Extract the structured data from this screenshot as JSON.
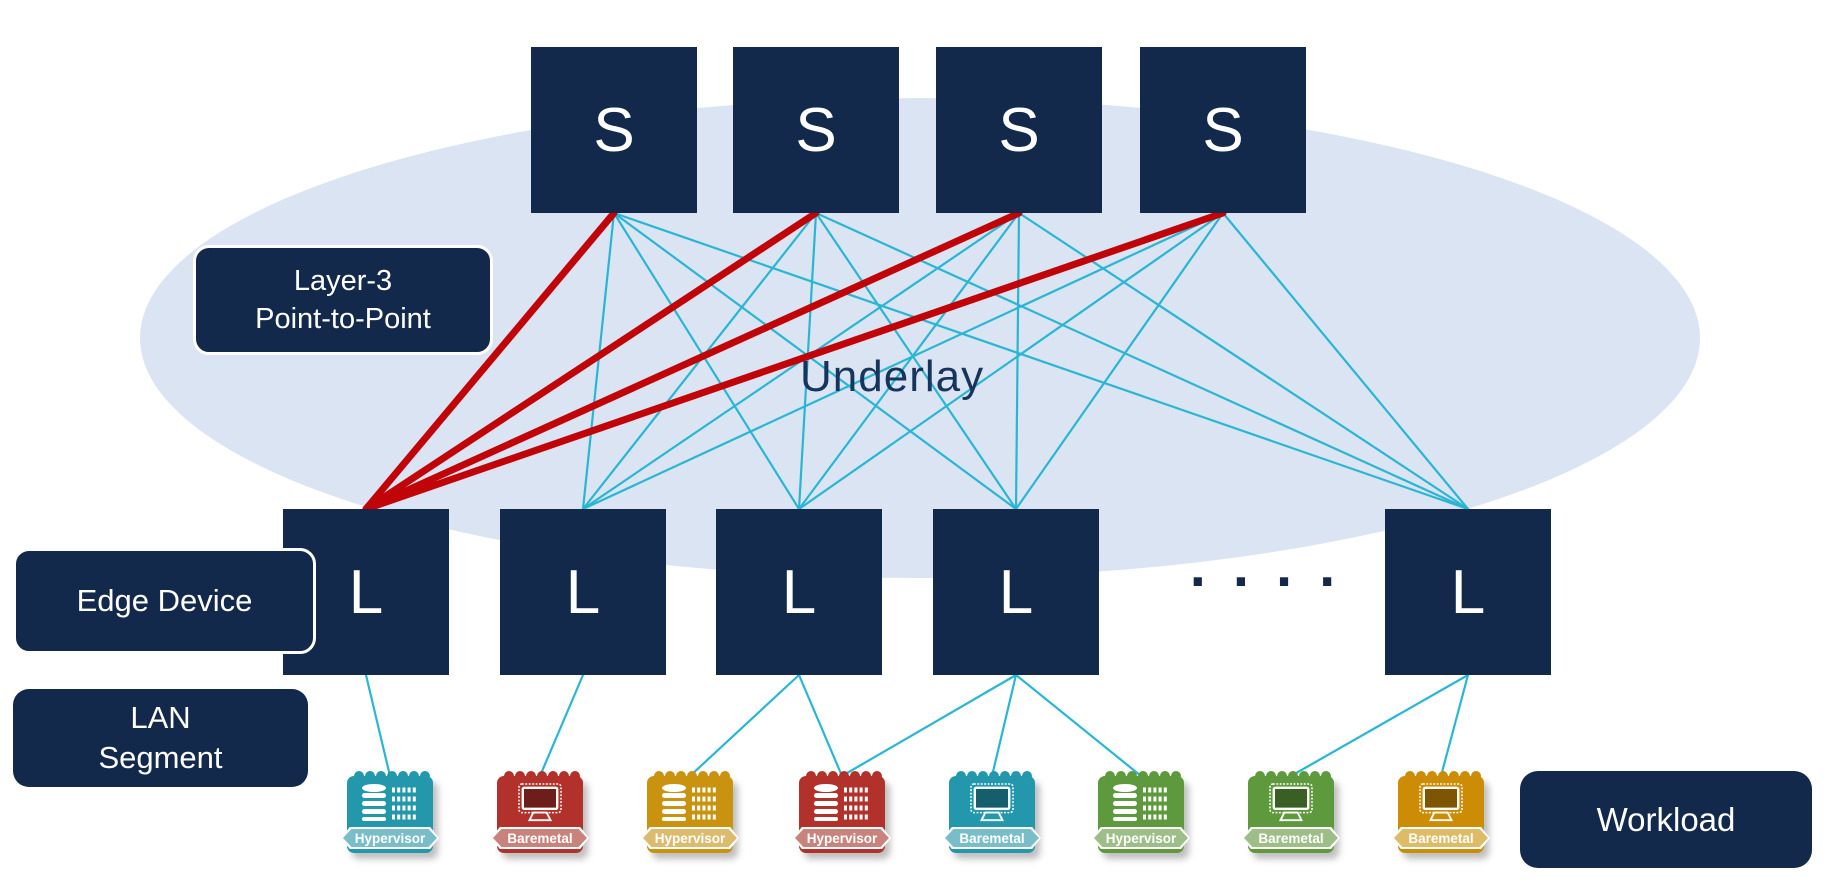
{
  "palette": {
    "navy": "#13294b",
    "cyan_link": "#29b6d4",
    "red_link": "#c00408",
    "ellipse_fill": "#dbe4f2",
    "underlay_text": "#17345c",
    "teal": "#2398ad",
    "red": "#b2312a",
    "gold": "#c9920f",
    "green": "#5e9a3d",
    "orange": "#cc8c05"
  },
  "underlay": {
    "label": "Underlay"
  },
  "callouts": {
    "layer3": {
      "line1": "Layer-3",
      "line2": "Point-to-Point"
    },
    "edge_device": {
      "label": "Edge Device"
    },
    "lan_segment": {
      "line1": "LAN",
      "line2": "Segment"
    },
    "workload": {
      "label": "Workload"
    }
  },
  "spines": [
    {
      "label": "S"
    },
    {
      "label": "S"
    },
    {
      "label": "S"
    },
    {
      "label": "S"
    }
  ],
  "leaves": [
    {
      "label": "L"
    },
    {
      "label": "L"
    },
    {
      "label": "L"
    },
    {
      "label": "L"
    },
    {
      "label": "L"
    }
  ],
  "leaf_ellipsis": "....",
  "workloads": [
    {
      "label": "Hypervisor",
      "kind": "server",
      "color": "teal"
    },
    {
      "label": "Baremetal",
      "kind": "monitor",
      "color": "red"
    },
    {
      "label": "Hypervisor",
      "kind": "server",
      "color": "gold"
    },
    {
      "label": "Hypervisor",
      "kind": "server",
      "color": "red"
    },
    {
      "label": "Baremetal",
      "kind": "monitor",
      "color": "teal"
    },
    {
      "label": "Hypervisor",
      "kind": "server",
      "color": "green"
    },
    {
      "label": "Baremetal",
      "kind": "monitor",
      "color": "green"
    },
    {
      "label": "Baremetal",
      "kind": "monitor",
      "color": "orange"
    }
  ],
  "links": {
    "red_spine_to_leaf": [
      [
        0,
        0
      ],
      [
        1,
        0
      ],
      [
        2,
        0
      ],
      [
        3,
        0
      ]
    ],
    "mesh_spine_to_leaf": [
      [
        0,
        1
      ],
      [
        0,
        2
      ],
      [
        0,
        3
      ],
      [
        0,
        4
      ],
      [
        1,
        1
      ],
      [
        1,
        2
      ],
      [
        1,
        3
      ],
      [
        1,
        4
      ],
      [
        2,
        1
      ],
      [
        2,
        2
      ],
      [
        2,
        3
      ],
      [
        2,
        4
      ],
      [
        3,
        1
      ],
      [
        3,
        2
      ],
      [
        3,
        3
      ],
      [
        3,
        4
      ]
    ],
    "leaf_to_workload": [
      [
        0,
        0
      ],
      [
        1,
        1
      ],
      [
        2,
        2
      ],
      [
        2,
        3
      ],
      [
        3,
        3
      ],
      [
        3,
        4
      ],
      [
        3,
        5
      ],
      [
        4,
        6
      ],
      [
        4,
        7
      ]
    ]
  }
}
